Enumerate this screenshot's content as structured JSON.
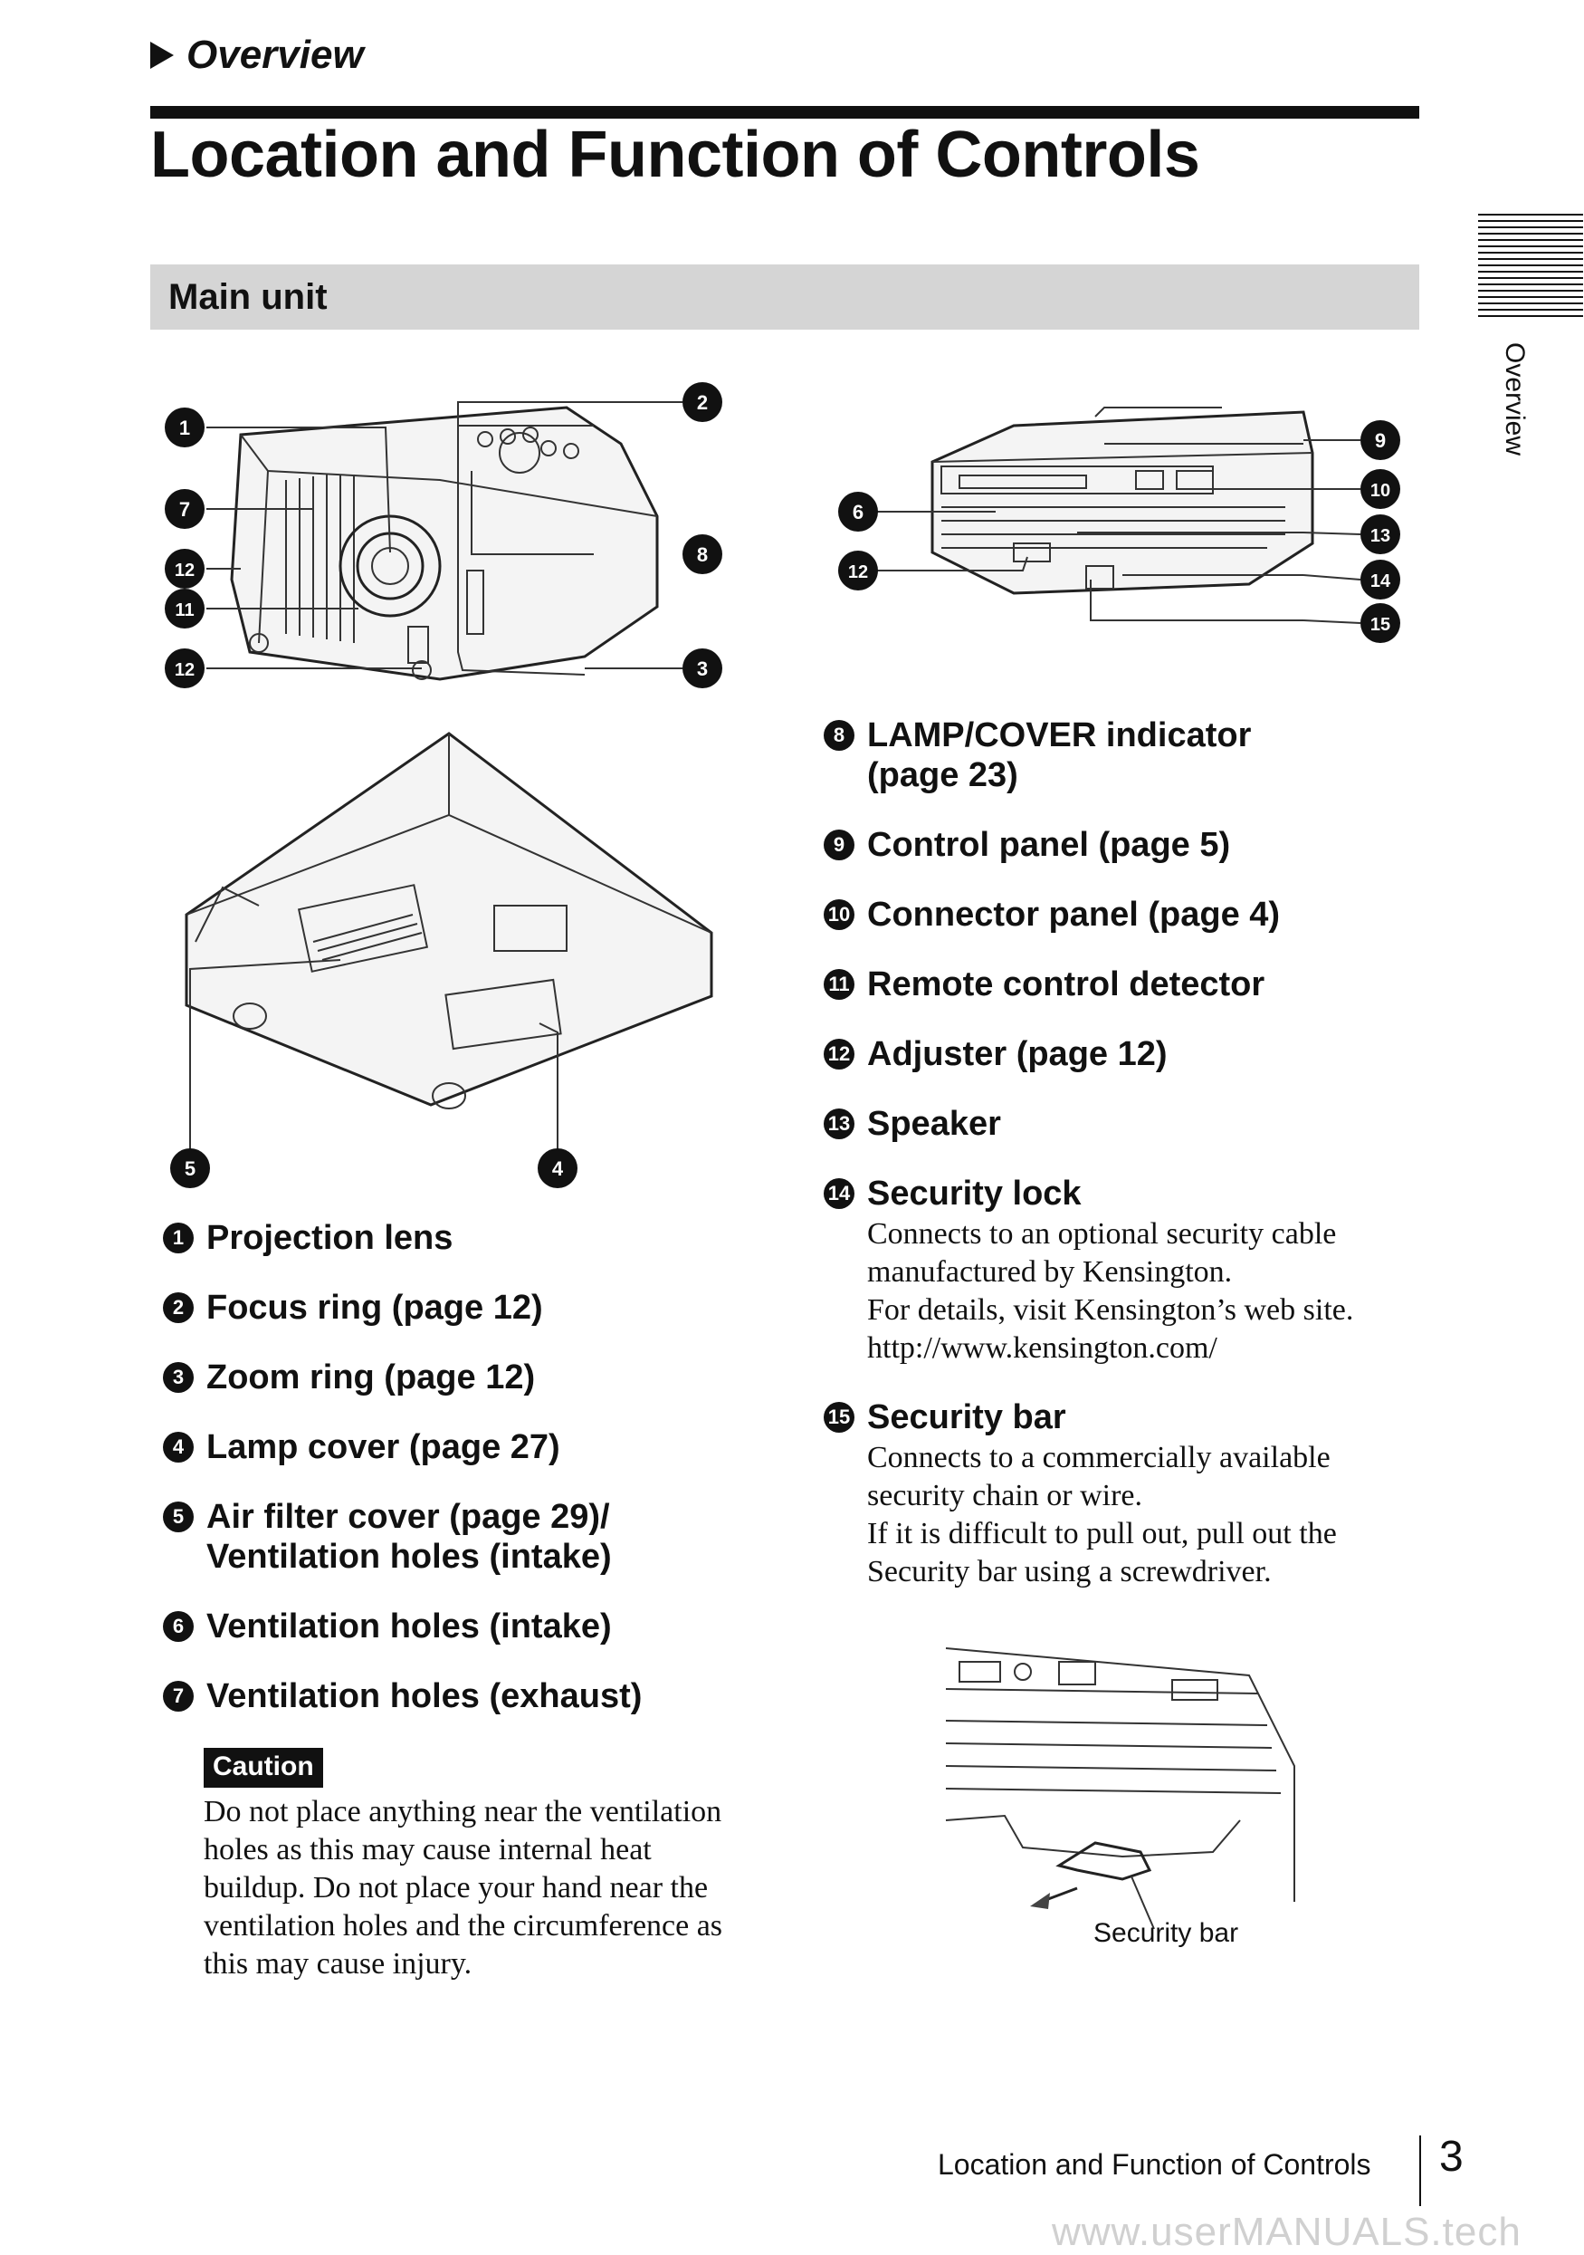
{
  "header": {
    "section": "Overview",
    "title": "Location and Function of Controls",
    "subsection": "Main unit"
  },
  "side_tab": {
    "label": "Overview"
  },
  "callout_numbers": [
    "1",
    "2",
    "3",
    "4",
    "5",
    "6",
    "7",
    "8",
    "9",
    "10",
    "11",
    "12",
    "13",
    "14",
    "15"
  ],
  "parts_left": [
    {
      "num": "1",
      "label": "Projection lens"
    },
    {
      "num": "2",
      "label": "Focus ring (page 12)"
    },
    {
      "num": "3",
      "label": "Zoom ring (page 12)"
    },
    {
      "num": "4",
      "label": "Lamp cover (page 27)"
    },
    {
      "num": "5",
      "label": "Air filter cover (page 29)/ Ventilation holes (intake)"
    },
    {
      "num": "6",
      "label": "Ventilation holes (intake)"
    },
    {
      "num": "7",
      "label": "Ventilation holes (exhaust)"
    }
  ],
  "caution": {
    "label": "Caution",
    "text": "Do not place anything near the ventilation holes as this may cause internal heat buildup. Do not place your hand near the ventilation holes and the circumference as this may cause injury."
  },
  "parts_right": [
    {
      "num": "8",
      "label": "LAMP/COVER indicator (page 23)"
    },
    {
      "num": "9",
      "label": "Control panel (page 5)"
    },
    {
      "num": "10",
      "label": "Connector panel (page 4)"
    },
    {
      "num": "11",
      "label": "Remote control detector"
    },
    {
      "num": "12",
      "label": "Adjuster (page 12)"
    },
    {
      "num": "13",
      "label": "Speaker"
    },
    {
      "num": "14",
      "label": "Security lock",
      "desc": [
        "Connects to an optional security cable",
        "manufactured by Kensington.",
        "For details, visit Kensington’s web site.",
        "http://www.kensington.com/"
      ]
    },
    {
      "num": "15",
      "label": "Security bar",
      "desc": [
        "Connects to a commercially available",
        "security chain or wire.",
        "If it is difficult to pull out, pull out the",
        "Security bar using a screwdriver."
      ]
    }
  ],
  "security_bar_caption": "Security bar",
  "footer": {
    "running_title": "Location and Function of Controls",
    "page_number": "3",
    "watermark": "www.userMANUALS.tech"
  }
}
